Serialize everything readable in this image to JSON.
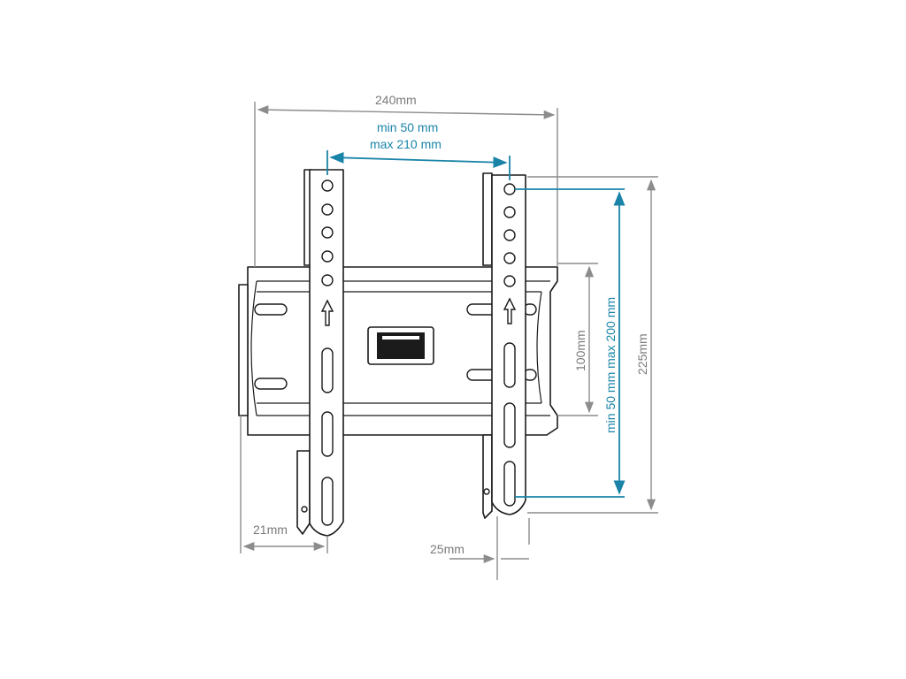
{
  "diagram": {
    "dimensions": {
      "overall_width": "240mm",
      "hole_span_horizontal_line1": "min 50 mm",
      "hole_span_horizontal_line2": "max 210 mm",
      "hole_span_vertical": "min 50 mm max 200 mm",
      "overall_height": "225mm",
      "plate_height": "100mm",
      "depth_side": "21mm",
      "depth_bottom": "25mm"
    },
    "colors": {
      "dimension_gray": "#8c8c8c",
      "dimension_blue": "#1a84a8",
      "outline": "#1b1b1b"
    }
  }
}
